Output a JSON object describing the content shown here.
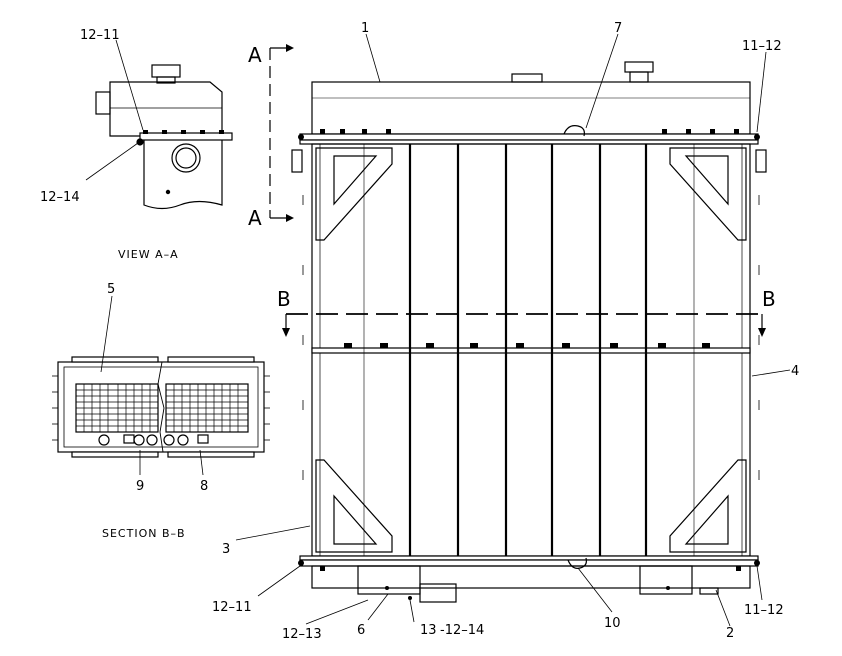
{
  "views": {
    "view_aa_caption": "VIEW A–A",
    "section_bb_caption": "SECTION B–B"
  },
  "section_markers": {
    "a_top": "A",
    "a_bottom": "A",
    "b_left": "B",
    "b_right": "B"
  },
  "callouts": {
    "c1": "1",
    "c2": "2",
    "c3": "3",
    "c4": "4",
    "c5": "5",
    "c6": "6",
    "c7": "7",
    "c8": "8",
    "c9": "9",
    "c10": "10",
    "view_12_11": "12–11",
    "view_12_14": "12–14",
    "main_11_12_top": "11–12",
    "main_12_11_bottom": "12–11",
    "main_12_13": "12–13",
    "main_13": "13",
    "main_12_14": "-12–14",
    "main_11_12_bottom": "11–12"
  }
}
